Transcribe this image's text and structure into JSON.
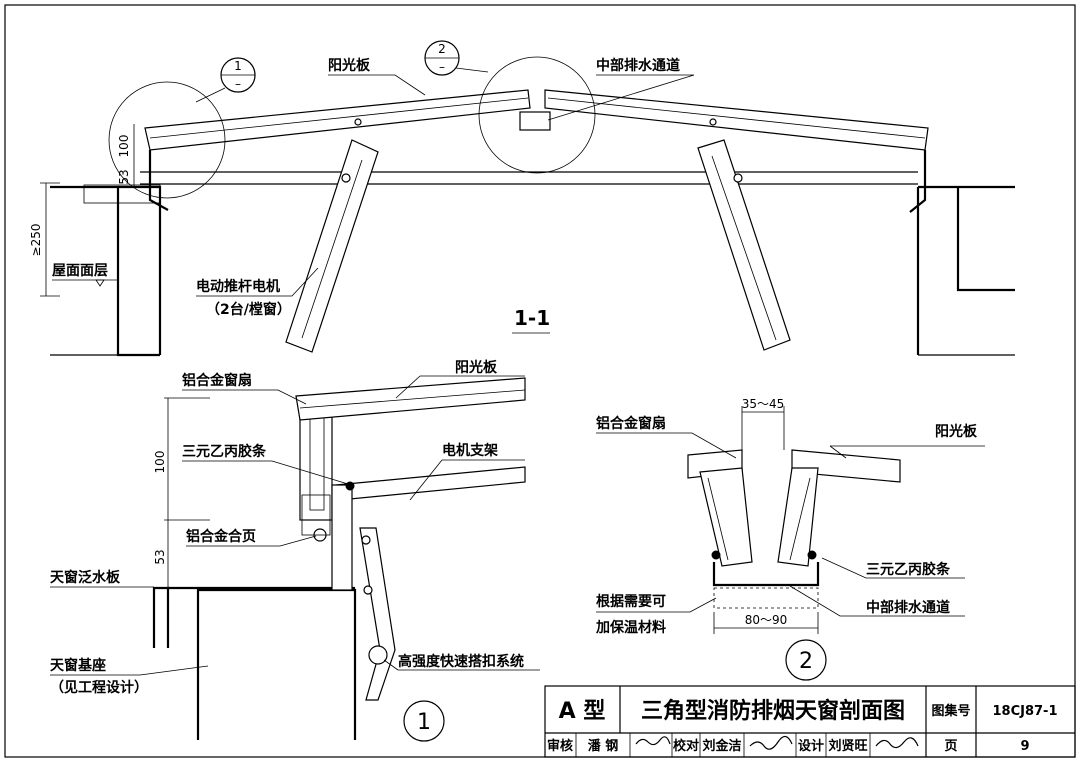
{
  "section_title": "1-1",
  "detail_refs": [
    {
      "number": "1",
      "sheet": "–"
    },
    {
      "number": "2",
      "sheet": "–"
    }
  ],
  "detail_circles": {
    "d1": "1",
    "d2": "2"
  },
  "labels": {
    "sun_panel": "阳光板",
    "middle_drain": "中部排水通道",
    "roof_layer": "屋面面层",
    "motor": "电动推杆电机",
    "motor_note": "（2台/樘窗）",
    "sash": "铝合金窗扇",
    "epdm": "三元乙丙胶条",
    "motor_bracket": "电机支架",
    "hinge": "铝合金合页",
    "flashing": "天窗泛水板",
    "base": "天窗基座",
    "base_note": "（见工程设计）",
    "latch": "高强度快速搭扣系统",
    "insulation_1": "根据需要可",
    "insulation_2": "加保温材料"
  },
  "dimensions": {
    "top_100": "100",
    "top_53": "53",
    "min_250": "≥250",
    "d1_100": "100",
    "d1_53": "53",
    "gap": "35～45",
    "channel": "80～90"
  },
  "title_block": {
    "type": "A 型",
    "title": "三角型消防排烟天窗剖面图",
    "atlas_label": "图集号",
    "atlas_no": "18CJ87-1",
    "review_label": "审核",
    "reviewer": "潘 钢",
    "check_label": "校对",
    "checker": "刘金洁",
    "design_label": "设计",
    "designer": "刘贤旺",
    "page_label": "页",
    "page_no": "9"
  }
}
